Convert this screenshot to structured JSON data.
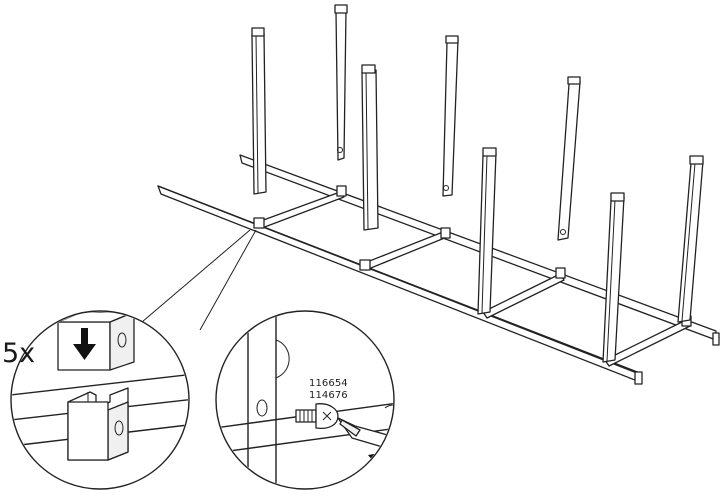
{
  "step": {
    "quantity_label": "5x",
    "part_numbers": [
      "116654",
      "114676"
    ]
  },
  "icons": {
    "direction": "arrow-down-icon",
    "rotation": "clockwise-rotate-icon",
    "tool": "screwdriver-icon",
    "fastener": "screw-icon"
  }
}
